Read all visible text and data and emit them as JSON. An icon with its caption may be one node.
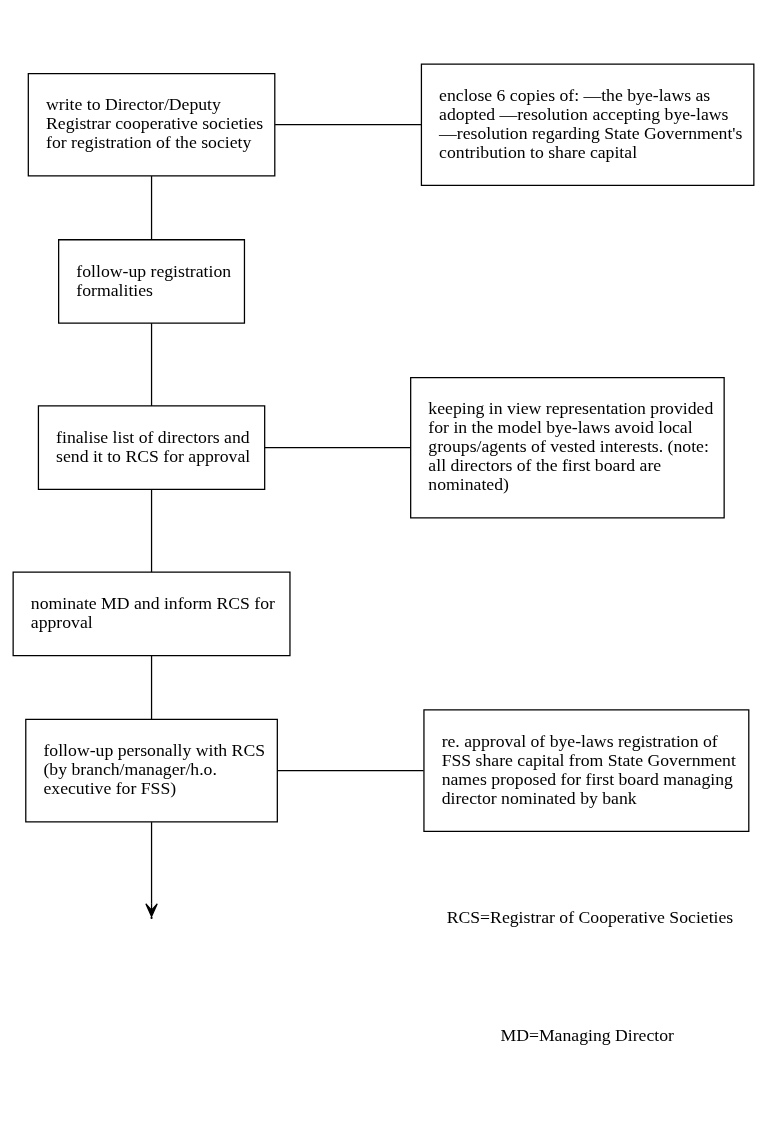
{
  "diagram": {
    "nodes": [
      {
        "text": [
          "write to Director/Deputy Registrar cooperative societies for registration of the society"
        ]
      },
      {
        "text": [
          "enclose 6 copies of: —the bye-laws as adopted —resolution accepting bye-laws —resolution regarding State Government's contribution to share capital"
        ]
      },
      {
        "text": [
          "follow-up registration formalities"
        ]
      },
      {
        "text": [
          "finalise list of directors and send it to RCS for approval"
        ]
      },
      {
        "text": [
          "keeping in view representation provided for in the model bye-laws avoid local groups/agents of vested interests. (note: all directors of the first board are nominated)"
        ]
      },
      {
        "text": [
          "nominate MD and inform RCS for approval"
        ]
      },
      {
        "text": [
          "follow-up personally with RCS (by branch/manager/h.o. executive for FSS)"
        ]
      },
      {
        "text": [
          "re. approval of bye-laws registration of FSS share capital from State Government names proposed for first board managing director nominated by bank"
        ]
      }
    ],
    "edges": [
      {
        "from": 0,
        "to": 1,
        "arrow": "none"
      },
      {
        "from": 0,
        "to": 2,
        "arrow": "none"
      },
      {
        "from": 2,
        "to": 3,
        "arrow": "none"
      },
      {
        "from": 3,
        "to": 4,
        "arrow": "none"
      },
      {
        "from": 3,
        "to": 5,
        "arrow": "none"
      },
      {
        "from": 5,
        "to": 6,
        "arrow": "none"
      },
      {
        "from": 6,
        "to": 7,
        "arrow": "none"
      },
      {
        "from": 6,
        "to": null,
        "arrow": "to"
      }
    ],
    "labels": [
      "RCS=Registrar of Cooperative Societies",
      "MD=Managing Director"
    ]
  }
}
